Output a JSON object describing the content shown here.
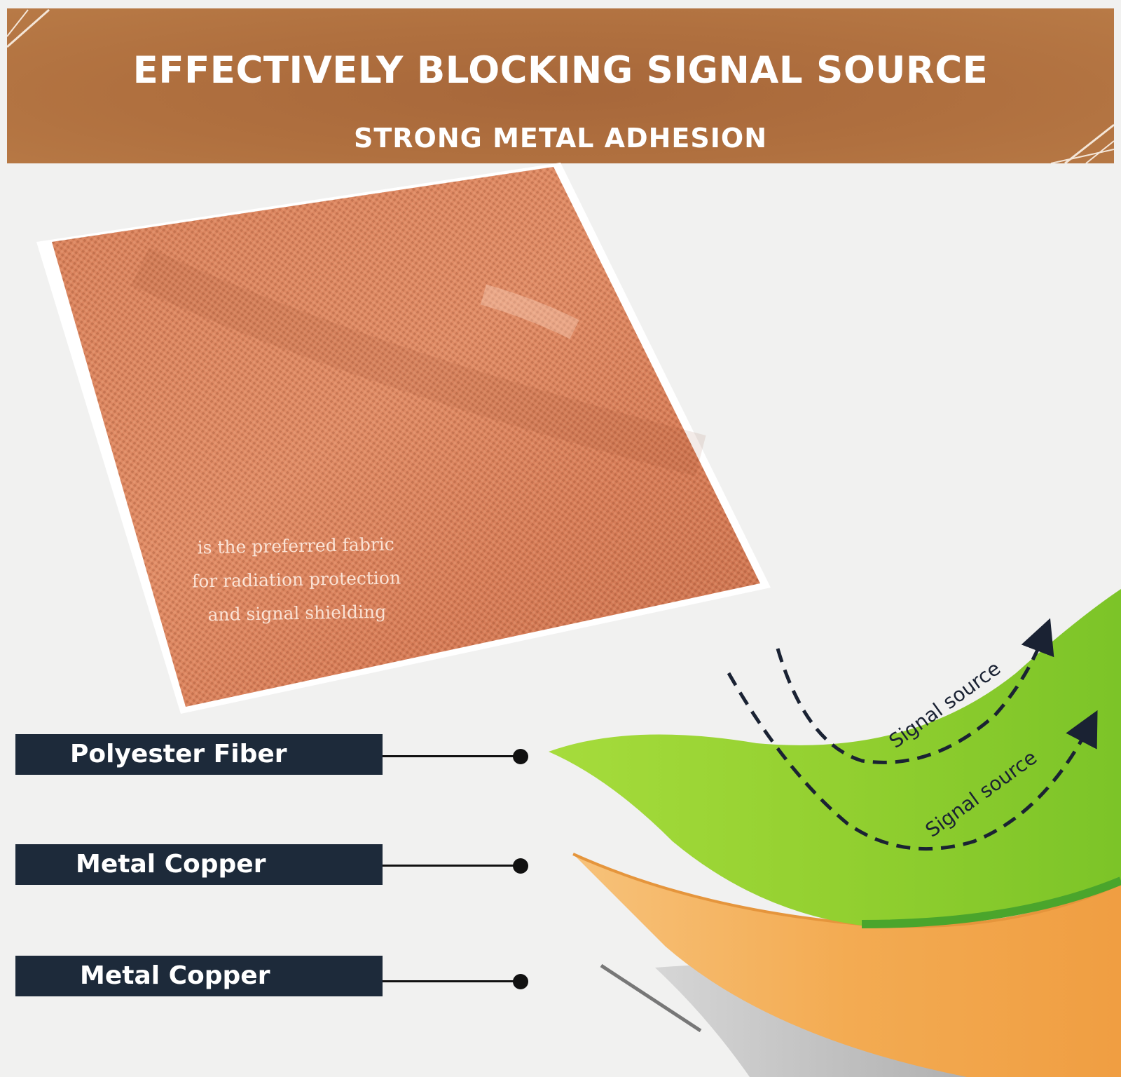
{
  "banner": {
    "title": "EFFECTIVELY BLOCKING SIGNAL SOURCE",
    "subtitle": "STRONG METAL ADHESION"
  },
  "fabric": {
    "caption_lines": [
      "is the preferred fabric",
      "for radiation protection",
      "and signal shielding"
    ]
  },
  "layers": {
    "labels": [
      "Polyester Fiber",
      "Metal Copper",
      "Metal Copper"
    ],
    "signal_labels": [
      "Signal source",
      "Signal source"
    ]
  },
  "colors": {
    "banner": "#b0703f",
    "copper_fabric": "#dc845f",
    "label_box": "#1d2a3a",
    "green_layer": "#8fcf2e",
    "orange_layer": "#f2a84b",
    "grey_layer": "#bdbdbd"
  }
}
